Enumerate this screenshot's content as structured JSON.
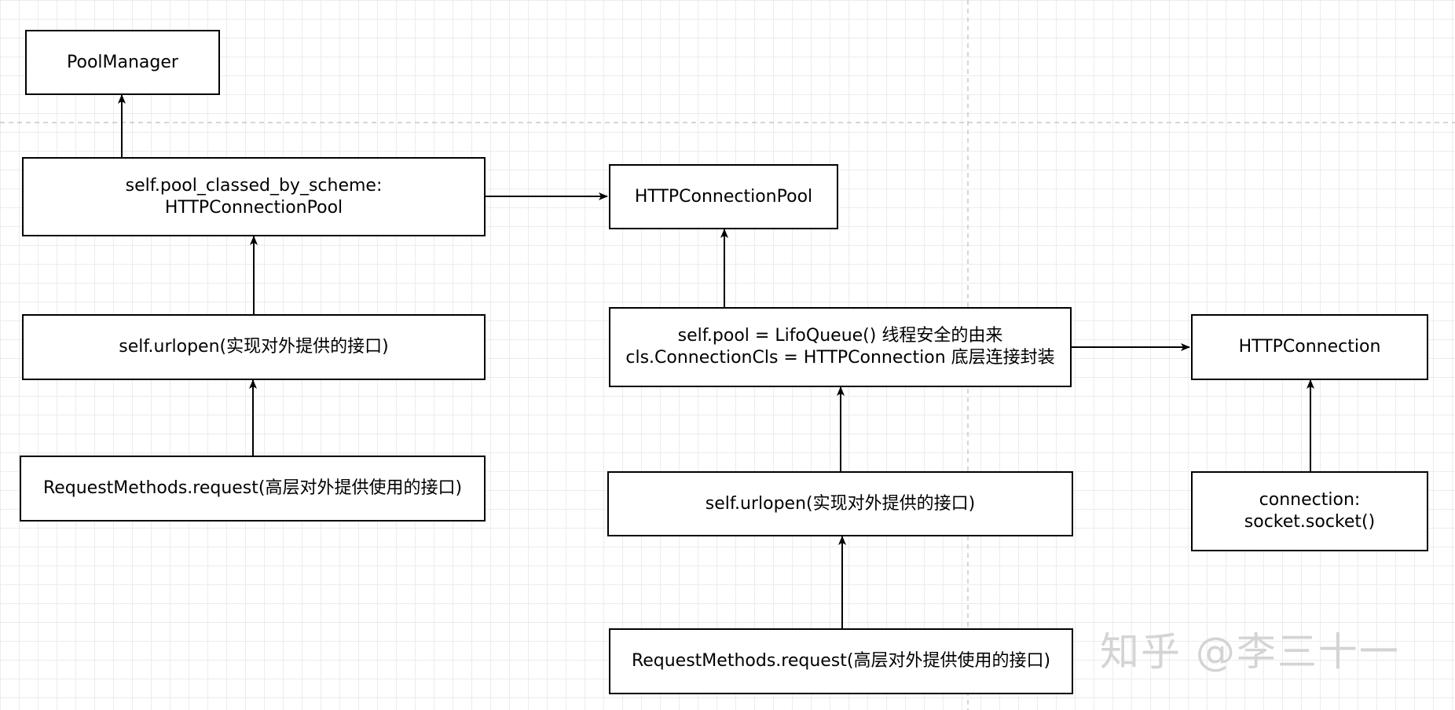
{
  "nodes": {
    "pool_manager": {
      "lines": [
        "PoolManager"
      ]
    },
    "pool_classed_by_scheme": {
      "lines": [
        "self.pool_classed_by_scheme:",
        "HTTPConnectionPool"
      ]
    },
    "left_urlopen": {
      "lines": [
        "self.urlopen(实现对外提供的接口)"
      ]
    },
    "left_request": {
      "lines": [
        "RequestMethods.request(高层对外提供使用的接口)"
      ]
    },
    "http_connection_pool": {
      "lines": [
        "HTTPConnectionPool"
      ]
    },
    "pool_internals": {
      "lines": [
        "self.pool = LifoQueue() 线程安全的由来",
        "cls.ConnectionCls = HTTPConnection 底层连接封装"
      ]
    },
    "mid_urlopen": {
      "lines": [
        "self.urlopen(实现对外提供的接口)"
      ]
    },
    "mid_request": {
      "lines": [
        "RequestMethods.request(高层对外提供使用的接口)"
      ]
    },
    "http_connection": {
      "lines": [
        "HTTPConnection"
      ]
    },
    "socket_connection": {
      "lines": [
        "connection:",
        "socket.socket()"
      ]
    }
  },
  "watermark": "知乎 @李三十一",
  "colors": {
    "stroke": "#000000",
    "grid": "#ececec",
    "guide": "#c8c8c8",
    "watermark": "#d4d4d4"
  }
}
